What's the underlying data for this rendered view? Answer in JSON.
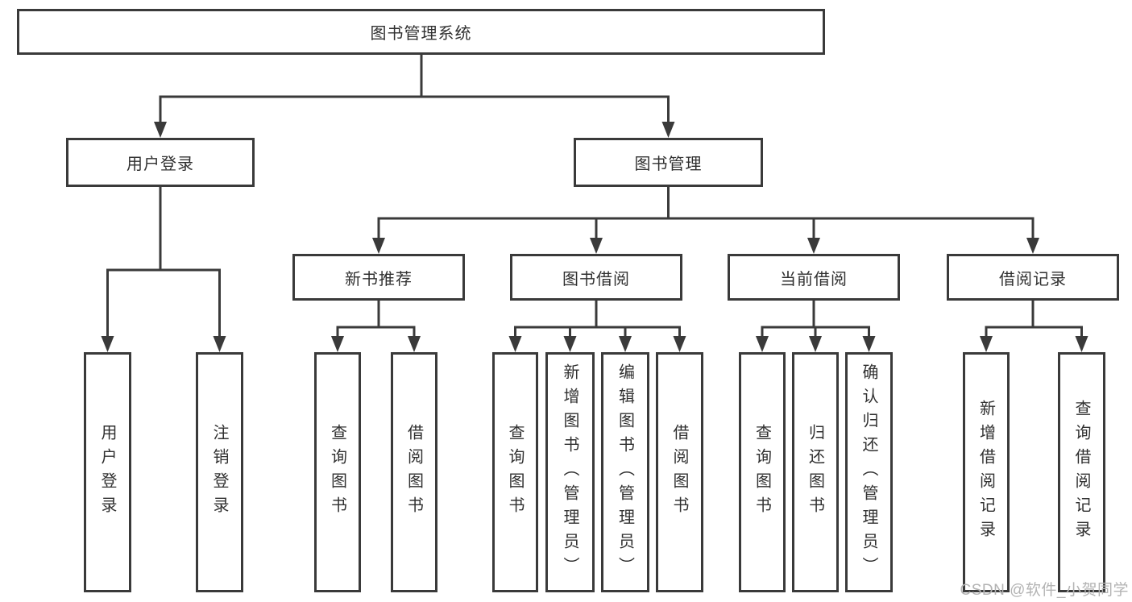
{
  "diagram": {
    "root": {
      "label": "图书管理系统"
    },
    "branches": [
      {
        "label": "用户登录",
        "children": [
          {
            "label": "用户登录"
          },
          {
            "label": "注销登录"
          }
        ]
      },
      {
        "label": "图书管理",
        "children": [
          {
            "label": "新书推荐",
            "children": [
              {
                "label": "查询图书"
              },
              {
                "label": "借阅图书"
              }
            ]
          },
          {
            "label": "图书借阅",
            "children": [
              {
                "label": "查询图书"
              },
              {
                "label": "新增图书（管理员）"
              },
              {
                "label": "编辑图书（管理员）"
              },
              {
                "label": "借阅图书"
              }
            ]
          },
          {
            "label": "当前借阅",
            "children": [
              {
                "label": "查询图书"
              },
              {
                "label": "归还图书"
              },
              {
                "label": "确认归还（管理员）"
              }
            ]
          },
          {
            "label": "借阅记录",
            "children": [
              {
                "label": "新增借阅记录"
              },
              {
                "label": "查询借阅记录"
              }
            ]
          }
        ]
      }
    ]
  },
  "watermark": {
    "text": "CSDN @软件_小贺同学"
  },
  "colors": {
    "line": "#3a3a3a",
    "box_border": "#3a3a3a",
    "text": "#303030",
    "watermark": "#b3b3b3",
    "background": "#ffffff"
  }
}
